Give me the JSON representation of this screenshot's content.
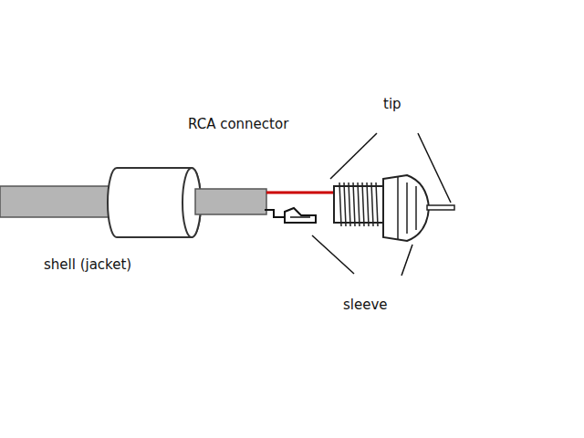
{
  "diagram": {
    "labels": [
      "RCA connector",
      "tip",
      "shell (jacket)",
      "sleeve"
    ]
  }
}
